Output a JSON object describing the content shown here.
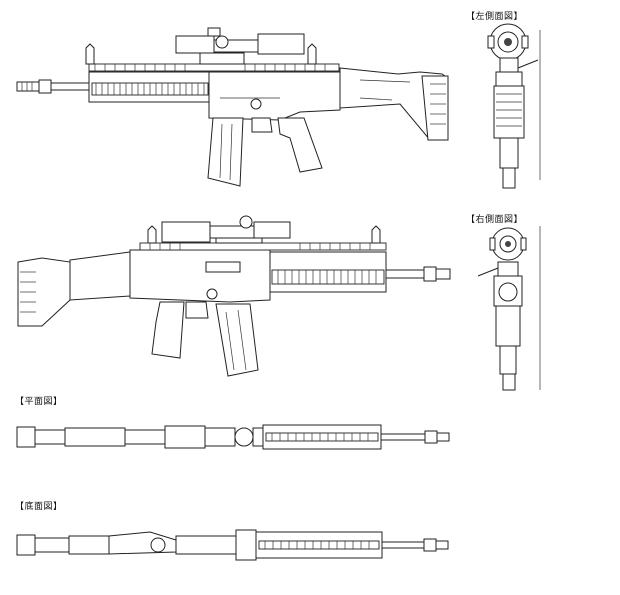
{
  "views": {
    "left_side": "【左側面図】",
    "right_side": "【右側面図】",
    "plan": "【平面図】",
    "bottom": "【底面図】"
  },
  "colors": {
    "line": "#222222",
    "background": "#ffffff"
  }
}
